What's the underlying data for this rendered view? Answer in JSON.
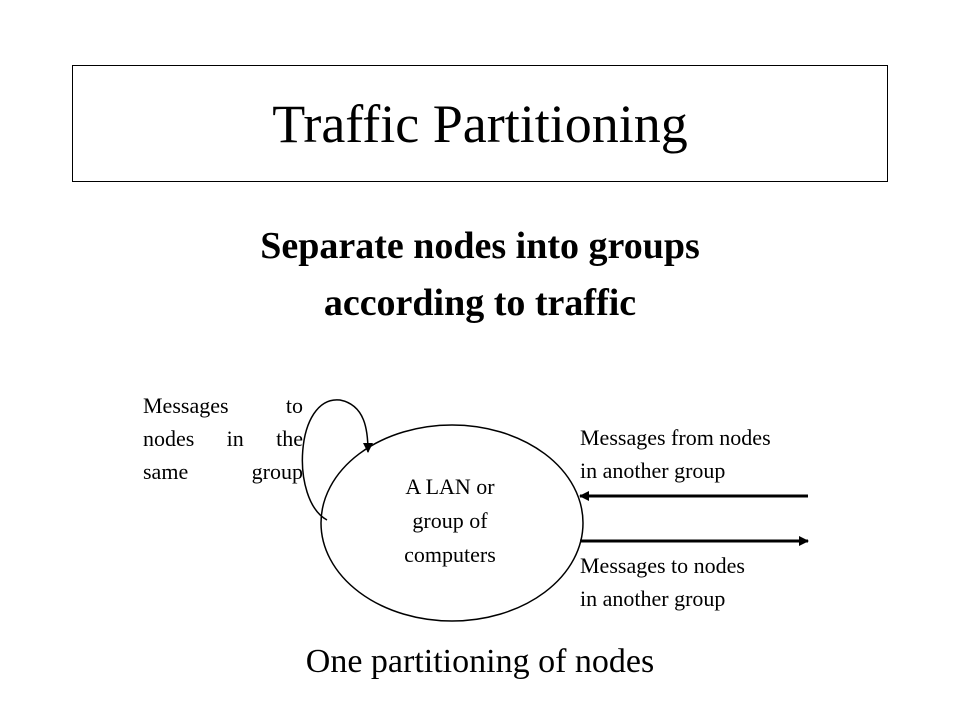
{
  "title": "Traffic Partitioning",
  "subtitle": "Separate nodes into groups\naccording to traffic",
  "diagram": {
    "node_label": "A LAN or\ngroup of\ncomputers",
    "same_group_label": "Messages to\nnodes in the\nsame group",
    "incoming_label": "Messages from nodes\nin another group",
    "outgoing_label": "Messages to nodes\nin another group"
  },
  "caption": "One partitioning of nodes"
}
